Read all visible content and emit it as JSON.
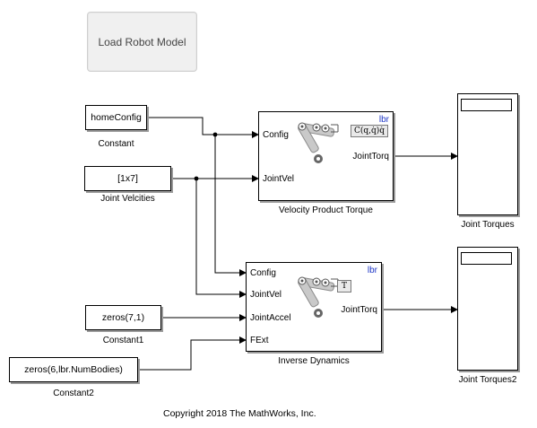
{
  "load_button": {
    "label": "Load Robot Model"
  },
  "constants": [
    {
      "value": "homeConfig",
      "caption": "Constant"
    },
    {
      "value": "[1x7]",
      "caption": "Joint Velcities"
    },
    {
      "value": "zeros(7,1)",
      "caption": "Constant1"
    },
    {
      "value": "zeros(6,lbr.NumBodies)",
      "caption": "Constant2"
    }
  ],
  "velocity_block": {
    "badge": "lbr",
    "inputs": [
      "Config",
      "JointVel"
    ],
    "output": "JointTorq",
    "equation": "C(q,q̇)q̇",
    "caption": "Velocity Product Torque"
  },
  "inverse_block": {
    "badge": "lbr",
    "inputs": [
      "Config",
      "JointVel",
      "JointAccel",
      "FExt"
    ],
    "output": "JointTorq",
    "equation": "T",
    "caption": "Inverse Dynamics"
  },
  "scopes": [
    {
      "caption": "Joint Torques"
    },
    {
      "caption": "Joint Torques2"
    }
  ],
  "footer": {
    "copyright": "Copyright 2018 The MathWorks, Inc."
  }
}
